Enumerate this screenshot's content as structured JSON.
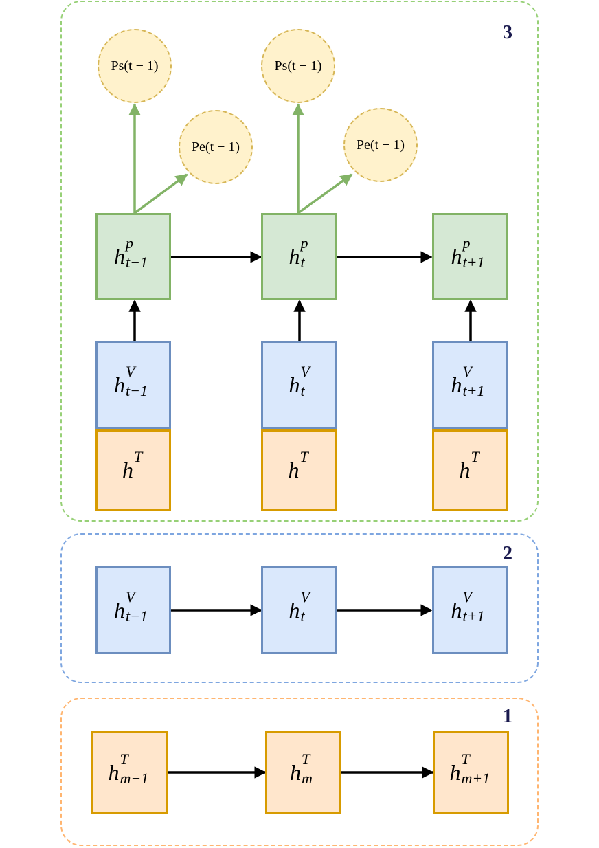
{
  "panels": {
    "p3": {
      "number": "3"
    },
    "p2": {
      "number": "2"
    },
    "p1": {
      "number": "1"
    }
  },
  "layer3": {
    "policy": [
      {
        "base": "h",
        "sup": "p",
        "sub": "t−1"
      },
      {
        "base": "h",
        "sup": "p",
        "sub": "t"
      },
      {
        "base": "h",
        "sup": "p",
        "sub": "t+1"
      }
    ],
    "visual": [
      {
        "base": "h",
        "sup": "V",
        "sub": "t−1"
      },
      {
        "base": "h",
        "sup": "V",
        "sub": "t"
      },
      {
        "base": "h",
        "sup": "V",
        "sub": "t+1"
      }
    ],
    "text": [
      {
        "base": "h",
        "sup": "T"
      },
      {
        "base": "h",
        "sup": "T"
      },
      {
        "base": "h",
        "sup": "T"
      }
    ],
    "outputs": [
      {
        "ps": "Ps(t − 1)",
        "pe": "Pe(t − 1)"
      },
      {
        "ps": "Ps(t − 1)",
        "pe": "Pe(t − 1)"
      }
    ]
  },
  "layer2": {
    "visual": [
      {
        "base": "h",
        "sup": "V",
        "sub": "t−1"
      },
      {
        "base": "h",
        "sup": "V",
        "sub": "t"
      },
      {
        "base": "h",
        "sup": "V",
        "sub": "t+1"
      }
    ]
  },
  "layer1": {
    "text": [
      {
        "base": "h",
        "sup": "T",
        "sub": "m−1"
      },
      {
        "base": "h",
        "sup": "T",
        "sub": "m"
      },
      {
        "base": "h",
        "sup": "T",
        "sub": "m+1"
      }
    ]
  },
  "colors": {
    "green_fill": "#d5e8d4",
    "green_stroke": "#82b366",
    "blue_fill": "#dae8fc",
    "blue_stroke": "#6c8ebf",
    "orange_fill": "#ffe6cc",
    "orange_stroke": "#d79b00",
    "yellow_fill": "#fff2cc",
    "yellow_stroke": "#d6b656",
    "arrow_black": "#000000",
    "arrow_green": "#82b366"
  }
}
